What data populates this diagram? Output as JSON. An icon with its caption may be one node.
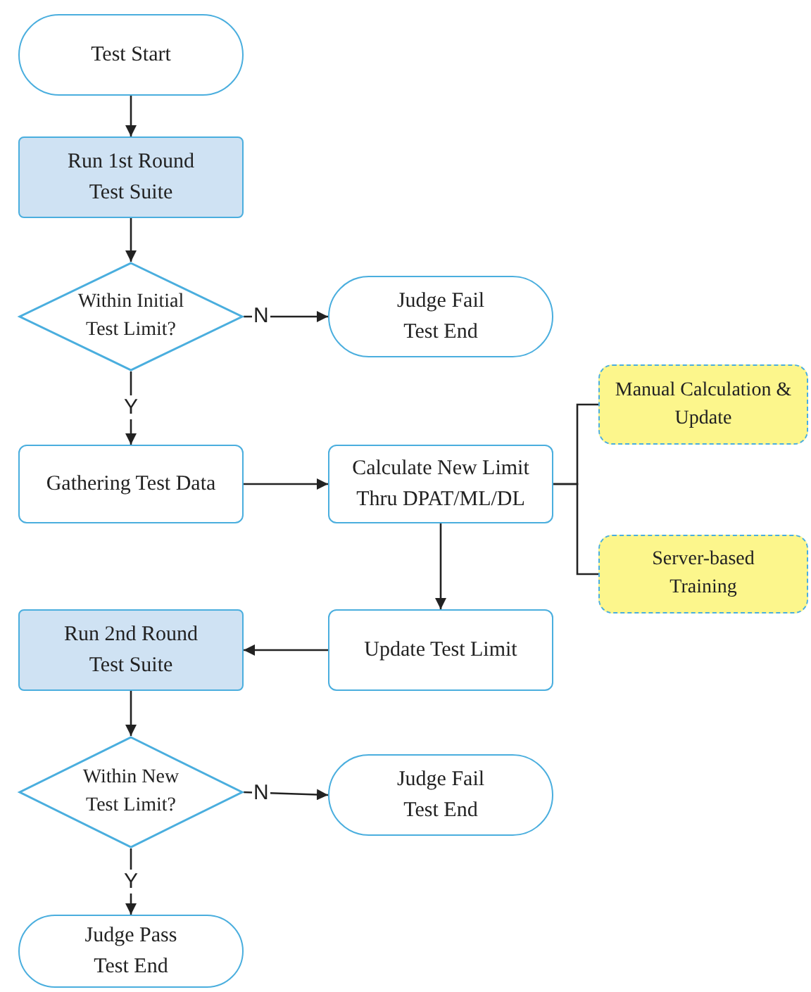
{
  "diagram": {
    "nodes": [
      {
        "text": [
          "Test Start"
        ]
      },
      {
        "text": [
          "Run 1st Round Test Suite"
        ]
      },
      {
        "text": [
          "Within Initial Test Limit?"
        ]
      },
      {
        "text": [
          "Judge Fail Test End"
        ]
      },
      {
        "text": [
          "Gathering Test Data"
        ]
      },
      {
        "text": [
          "Calculate New Limit Thru DPAT/ML/DL"
        ]
      },
      {
        "text": [
          "Manual Calculation & Update"
        ]
      },
      {
        "text": [
          "Server-based Training"
        ]
      },
      {
        "text": [
          "Update Test Limit"
        ]
      },
      {
        "text": [
          "Run 2nd Round Test Suite"
        ]
      },
      {
        "text": [
          "Within New Test Limit?"
        ]
      },
      {
        "text": [
          "Judge Fail Test End"
        ]
      },
      {
        "text": [
          "Judge Pass Test End"
        ]
      }
    ],
    "edges": [
      {
        "from": 0,
        "to": 1,
        "arrow": "to"
      },
      {
        "from": 1,
        "to": 2,
        "arrow": "to"
      },
      {
        "from": 2,
        "to": 3,
        "arrow": "to",
        "label": "N"
      },
      {
        "from": 2,
        "to": 4,
        "arrow": "to",
        "label": "Y"
      },
      {
        "from": 4,
        "to": 5,
        "arrow": "to"
      },
      {
        "from": 5,
        "to": 6,
        "arrow": "none"
      },
      {
        "from": 5,
        "to": 7,
        "arrow": "none"
      },
      {
        "from": 5,
        "to": 8,
        "arrow": "to"
      },
      {
        "from": 8,
        "to": 9,
        "arrow": "to"
      },
      {
        "from": 9,
        "to": 10,
        "arrow": "to"
      },
      {
        "from": 10,
        "to": 11,
        "arrow": "to",
        "label": "N"
      },
      {
        "from": 10,
        "to": 12,
        "arrow": "to",
        "label": "Y"
      }
    ]
  }
}
